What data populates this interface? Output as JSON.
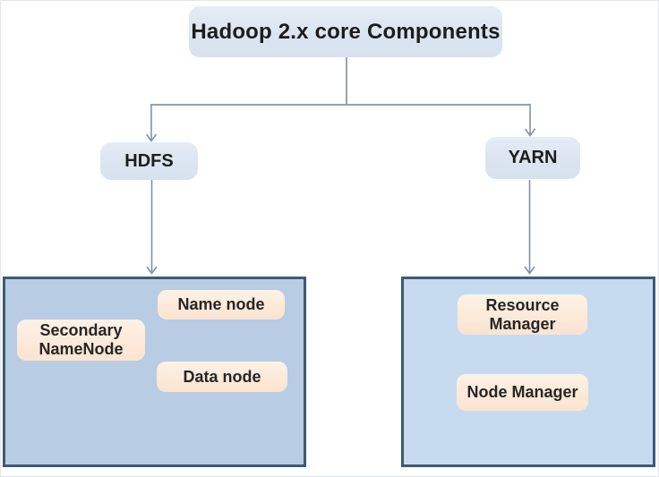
{
  "diagram": {
    "root": {
      "label": "Hadoop 2.x core Components"
    },
    "branches": {
      "hdfs": {
        "label": "HDFS"
      },
      "yarn": {
        "label": "YARN"
      }
    },
    "leaves": {
      "name_node": {
        "label": "Name node"
      },
      "secondary_namenode": {
        "label": "Secondary NameNode"
      },
      "data_node": {
        "label": "Data node"
      },
      "resource_manager": {
        "label": "Resource Manager"
      },
      "node_manager": {
        "label": "Node Manager"
      }
    },
    "colors": {
      "node_fill": "#dce6f1",
      "leaf_fill": "#fce9d9",
      "hdfs_container_fill": "#b8cce4",
      "yarn_container_fill": "#c7dbf0",
      "container_border": "#3c5a78",
      "connector_elbow": "#9aa2aa",
      "connector_arrow": "#8292a6",
      "text": "#1f1f1f",
      "background": "#ffffff"
    }
  }
}
